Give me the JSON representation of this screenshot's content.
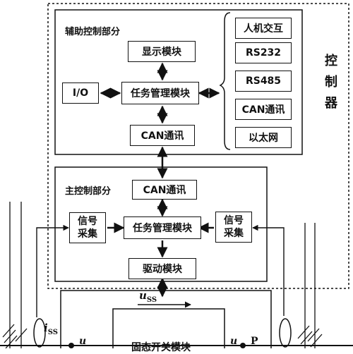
{
  "controller": {
    "label_chars": [
      "控",
      "制",
      "器"
    ]
  },
  "aux_section": {
    "title": "辅助控制部分",
    "display_module": "显示模块",
    "io": "I/O",
    "task_module": "任务管理模块",
    "can": "CAN通讯",
    "comm_list": [
      "人机交互",
      "RS232",
      "RS485",
      "CAN通讯",
      "以太网"
    ]
  },
  "main_section": {
    "title": "主控制部分",
    "can": "CAN通讯",
    "signal_left": [
      "信号",
      "采集"
    ],
    "task_module": "任务管理模块",
    "signal_right": [
      "信号",
      "采集"
    ],
    "drive_module": "驱动模块"
  },
  "power_stage": {
    "switch_module": "固态开关模块",
    "u_ss": "u",
    "u_ss_sub": "SS",
    "i_ss": "i",
    "i_ss_sub": "SS",
    "u_left": "u",
    "u_right": "u",
    "p_right": "P"
  }
}
